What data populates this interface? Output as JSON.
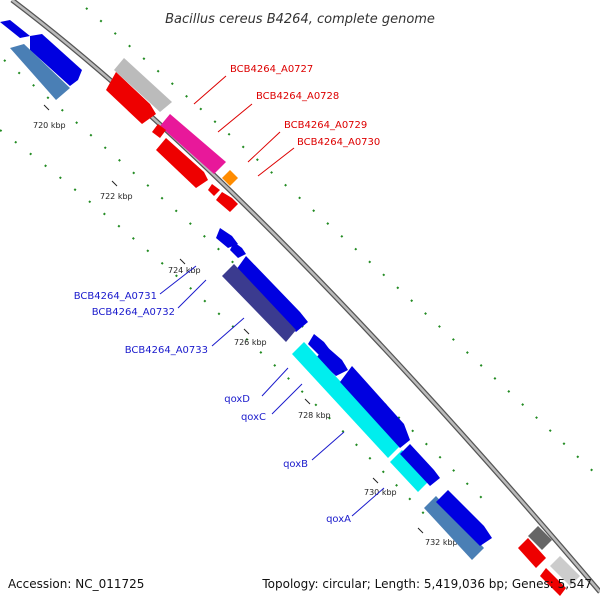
{
  "title": "Bacillus cereus B4264, complete genome",
  "accession_text": "Accession: NC_011725",
  "summary_text": "Topology: circular; Length: 5,419,036 bp; Genes: 5,547",
  "colors": {
    "backbone": "#999999",
    "tick_mark": "#228B22",
    "red_label": "#DD0000",
    "blue_label": "#1A1ACC"
  },
  "ticks": [
    "720 kbp",
    "722 kbp",
    "724 kbp",
    "726 kbp",
    "728 kbp",
    "730 kbp",
    "732 kbp"
  ],
  "gene_labels": {
    "red": [
      "BCB4264_A0727",
      "BCB4264_A0728",
      "BCB4264_A0729",
      "BCB4264_A0730"
    ],
    "blue": [
      "BCB4264_A0731",
      "BCB4264_A0732",
      "BCB4264_A0733",
      "qoxD",
      "qoxC",
      "qoxB",
      "qoxA"
    ]
  },
  "features": [
    {
      "color": "#0000E0",
      "dir": "fwd"
    },
    {
      "color": "#4A7FB5",
      "dir": "fwd"
    },
    {
      "color": "#BBBBBB",
      "dir": "fwd"
    },
    {
      "color": "#EE0000",
      "dir": "fwd"
    },
    {
      "color": "#E8189A",
      "dir": "fwd"
    },
    {
      "color": "#EE0000",
      "dir": "fwd"
    },
    {
      "color": "#EE0000",
      "dir": "fwd"
    },
    {
      "color": "#FF8C00",
      "dir": "fwd"
    },
    {
      "color": "#EE0000",
      "dir": "fwd"
    },
    {
      "color": "#EE0000",
      "dir": "fwd"
    },
    {
      "color": "#0000E0",
      "dir": "fwd"
    },
    {
      "color": "#0000E0",
      "dir": "fwd"
    },
    {
      "color": "#0000E0",
      "dir": "fwd"
    },
    {
      "color": "#3B3B8F",
      "dir": "fwd"
    },
    {
      "color": "#0000E0",
      "dir": "fwd"
    },
    {
      "color": "#0000E0",
      "dir": "fwd"
    },
    {
      "color": "#00EEEE",
      "dir": "fwd"
    },
    {
      "color": "#0000E0",
      "dir": "fwd"
    },
    {
      "color": "#00EEEE",
      "dir": "fwd"
    },
    {
      "color": "#0000E0",
      "dir": "fwd"
    },
    {
      "color": "#4A7FB5",
      "dir": "fwd"
    },
    {
      "color": "#0000E0",
      "dir": "fwd"
    },
    {
      "color": "#666666",
      "dir": "fwd"
    },
    {
      "color": "#EE0000",
      "dir": "fwd"
    },
    {
      "color": "#CCCCCC",
      "dir": "fwd"
    }
  ]
}
